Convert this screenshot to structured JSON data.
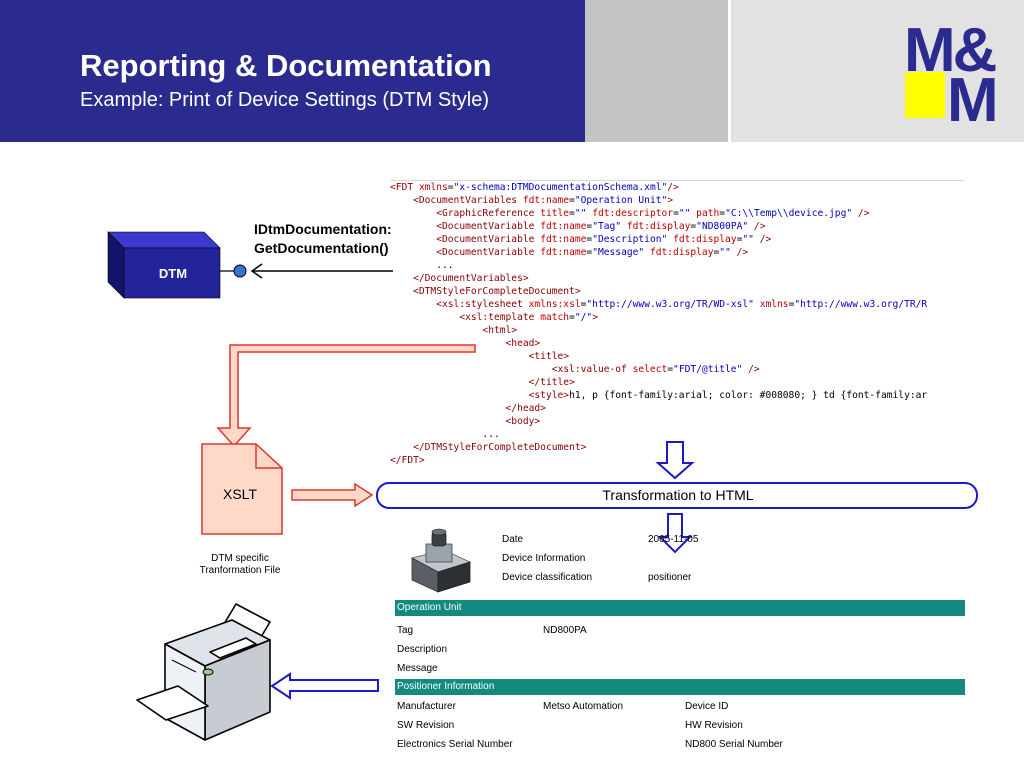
{
  "header": {
    "title": "Reporting & Documentation",
    "subtitle": "Example: Print of Device Settings (DTM Style)",
    "logo": {
      "line1": "M&",
      "line2": "M"
    }
  },
  "interface": {
    "line1": "IDtmDocumentation:",
    "line2": "GetDocumentation()"
  },
  "dtm_box": {
    "label": "DTM"
  },
  "xslt_file": {
    "label": "XSLT",
    "caption_line1": "DTM specific",
    "caption_line2": "Tranformation File"
  },
  "transformation": {
    "label": "Transformation to HTML"
  },
  "code_lines": [
    [
      [
        "tag",
        "<FDT "
      ],
      [
        "attr",
        "xmlns"
      ],
      [
        "txt",
        "="
      ],
      [
        "val",
        "\"x-schema:DTMDocumentationSchema.xml\""
      ],
      [
        "tag",
        "/>"
      ]
    ],
    [
      [
        "txt",
        "    "
      ],
      [
        "tag",
        "<DocumentVariables "
      ],
      [
        "attr",
        "fdt:name"
      ],
      [
        "txt",
        "="
      ],
      [
        "val",
        "\"Operation Unit\""
      ],
      [
        "tag",
        ">"
      ]
    ],
    [
      [
        "txt",
        "        "
      ],
      [
        "tag",
        "<GraphicReference "
      ],
      [
        "attr",
        "title"
      ],
      [
        "txt",
        "="
      ],
      [
        "val",
        "\"\" "
      ],
      [
        "attr",
        "fdt:descriptor"
      ],
      [
        "txt",
        "="
      ],
      [
        "val",
        "\"\" "
      ],
      [
        "attr",
        "path"
      ],
      [
        "txt",
        "="
      ],
      [
        "val",
        "\"C:\\\\Temp\\\\device.jpg\""
      ],
      [
        "tag",
        " />"
      ]
    ],
    [
      [
        "txt",
        "        "
      ],
      [
        "tag",
        "<DocumentVariable "
      ],
      [
        "attr",
        "fdt:name"
      ],
      [
        "txt",
        "="
      ],
      [
        "val",
        "\"Tag\" "
      ],
      [
        "attr",
        "fdt:display"
      ],
      [
        "txt",
        "="
      ],
      [
        "val",
        "\"ND800PA\""
      ],
      [
        "tag",
        " />"
      ]
    ],
    [
      [
        "txt",
        "        "
      ],
      [
        "tag",
        "<DocumentVariable "
      ],
      [
        "attr",
        "fdt:name"
      ],
      [
        "txt",
        "="
      ],
      [
        "val",
        "\"Description\" "
      ],
      [
        "attr",
        "fdt:display"
      ],
      [
        "txt",
        "="
      ],
      [
        "val",
        "\"\""
      ],
      [
        "tag",
        " />"
      ]
    ],
    [
      [
        "txt",
        "        "
      ],
      [
        "tag",
        "<DocumentVariable "
      ],
      [
        "attr",
        "fdt:name"
      ],
      [
        "txt",
        "="
      ],
      [
        "val",
        "\"Message\" "
      ],
      [
        "attr",
        "fdt:display"
      ],
      [
        "txt",
        "="
      ],
      [
        "val",
        "\"\""
      ],
      [
        "tag",
        " />"
      ]
    ],
    [
      [
        "txt",
        "        ..."
      ]
    ],
    [
      [
        "txt",
        "    "
      ],
      [
        "tag",
        "</DocumentVariables>"
      ]
    ],
    [
      [
        "txt",
        "    "
      ],
      [
        "tag",
        "<DTMStyleForCompleteDocument>"
      ]
    ],
    [
      [
        "txt",
        "        "
      ],
      [
        "tag",
        "<xsl:stylesheet "
      ],
      [
        "attr",
        "xmlns:xsl"
      ],
      [
        "txt",
        "="
      ],
      [
        "val",
        "\"http://www.w3.org/TR/WD-xsl\" "
      ],
      [
        "attr",
        "xmlns"
      ],
      [
        "txt",
        "="
      ],
      [
        "val",
        "\"http://www.w3.org/TR/R"
      ]
    ],
    [
      [
        "txt",
        "            "
      ],
      [
        "tag",
        "<xsl:template "
      ],
      [
        "attr",
        "match"
      ],
      [
        "txt",
        "="
      ],
      [
        "val",
        "\"/\""
      ],
      [
        "tag",
        ">"
      ]
    ],
    [
      [
        "txt",
        "                "
      ],
      [
        "tag",
        "<html>"
      ]
    ],
    [
      [
        "txt",
        "                    "
      ],
      [
        "tag",
        "<head>"
      ]
    ],
    [
      [
        "txt",
        "                        "
      ],
      [
        "tag",
        "<title>"
      ]
    ],
    [
      [
        "txt",
        "                            "
      ],
      [
        "tag",
        "<xsl:value-of "
      ],
      [
        "attr",
        "select"
      ],
      [
        "txt",
        "="
      ],
      [
        "val",
        "\"FDT/@title\""
      ],
      [
        "tag",
        " />"
      ]
    ],
    [
      [
        "txt",
        "                        "
      ],
      [
        "tag",
        "</title>"
      ]
    ],
    [
      [
        "txt",
        "                        "
      ],
      [
        "tag",
        "<style>"
      ],
      [
        "txt",
        "h1, p {font-family:arial; color: #008080; } td {font-family:ar"
      ]
    ],
    [
      [
        "txt",
        "                    "
      ],
      [
        "tag",
        "</head>"
      ]
    ],
    [
      [
        "txt",
        "                    "
      ],
      [
        "tag",
        "<body>"
      ]
    ],
    [
      [
        "txt",
        "                ..."
      ]
    ],
    [
      [
        "txt",
        "    "
      ],
      [
        "tag",
        "</DTMStyleForCompleteDocument>"
      ]
    ],
    [
      [
        "tag",
        "</FDT>"
      ]
    ]
  ],
  "report": {
    "header_rows": [
      {
        "label": "Date",
        "value": "2005-11-05"
      },
      {
        "label": "Device Information",
        "value": ""
      },
      {
        "label": "Device classification",
        "value": "positioner"
      }
    ],
    "section1": {
      "title": "Operation Unit",
      "rows": [
        {
          "label": "Tag",
          "value": "ND800PA"
        },
        {
          "label": "Description",
          "value": ""
        },
        {
          "label": "Message",
          "value": ""
        }
      ]
    },
    "section2": {
      "title": "Positioner Information",
      "rows": [
        {
          "c1": "Manufacturer",
          "c2": "Metso Automation",
          "c3": "Device ID"
        },
        {
          "c1": "SW Revision",
          "c2": "",
          "c3": "HW Revision"
        },
        {
          "c1": "Electronics Serial Number",
          "c2": "",
          "c3": "ND800 Serial Number"
        }
      ]
    }
  },
  "colors": {
    "header_blue": "#2b2b8f",
    "logo_yellow": "#ffff00",
    "report_teal": "#138a7e",
    "arrow_fill": "#ffd9c8",
    "arrow_stroke": "#e0362a",
    "outline_blue": "#1a1acc"
  }
}
